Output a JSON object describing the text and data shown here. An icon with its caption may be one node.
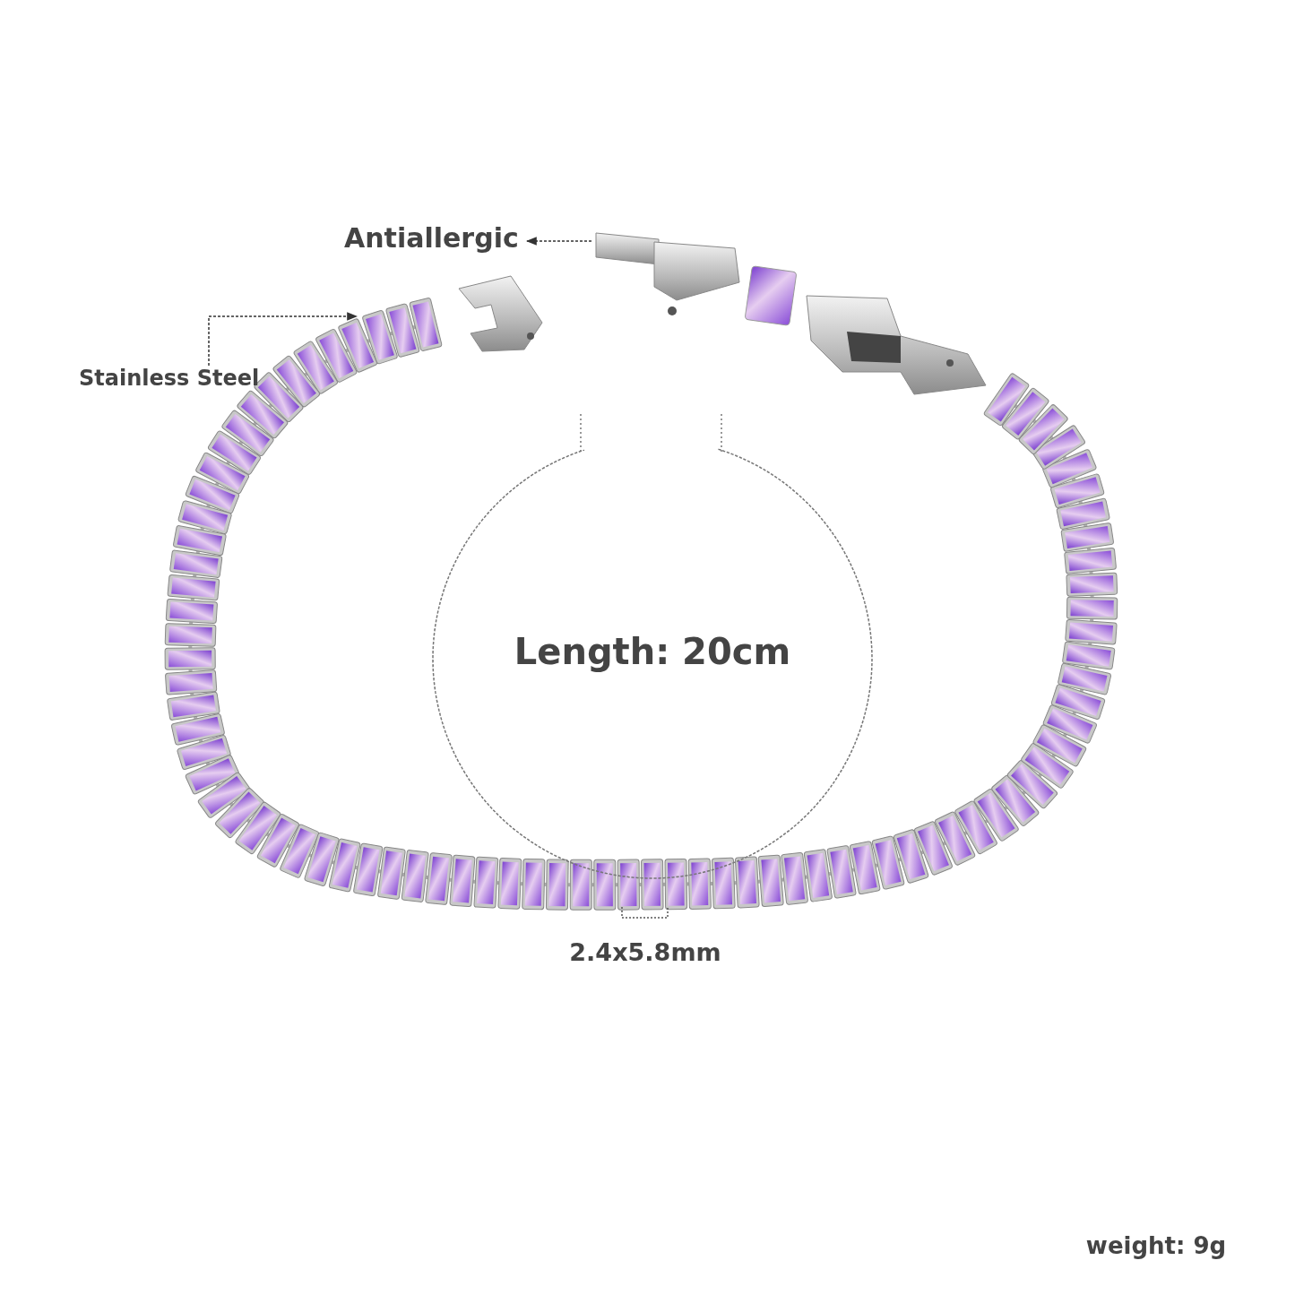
{
  "diagram": {
    "nodes": [
      {
        "text": [
          "Antiallergic"
        ]
      },
      {
        "text": [],
        "shape": "picture"
      },
      {
        "text": [
          "Stainless Steel"
        ]
      },
      {
        "text": [],
        "shape": "picture"
      }
    ],
    "edges": [
      {
        "from": 3,
        "to": 0,
        "arrow": "to"
      },
      {
        "from": 2,
        "to": 1,
        "arrow": "to"
      }
    ],
    "labels": [
      "Length: 20cm",
      "2.4x5.8mm",
      "weight: 9g"
    ]
  }
}
